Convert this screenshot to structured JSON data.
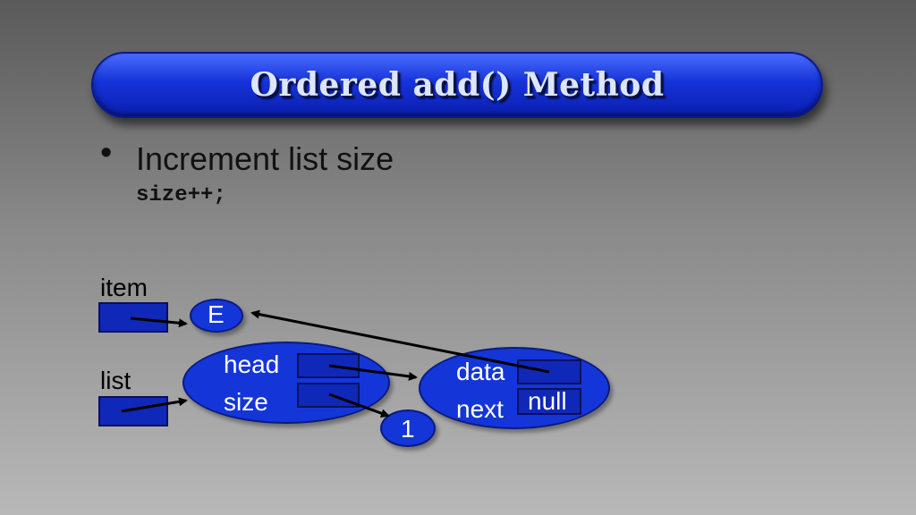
{
  "title": "Ordered add() Method",
  "bullet": {
    "marker": "•",
    "text": "Increment list size",
    "code": "size++;"
  },
  "diagram": {
    "item_label": "item",
    "list_label": "list",
    "element_label": "E",
    "list_node": {
      "head_label": "head",
      "size_label": "size"
    },
    "size_value": "1",
    "data_node": {
      "data_label": "data",
      "next_label": "next",
      "next_value": "null"
    }
  }
}
